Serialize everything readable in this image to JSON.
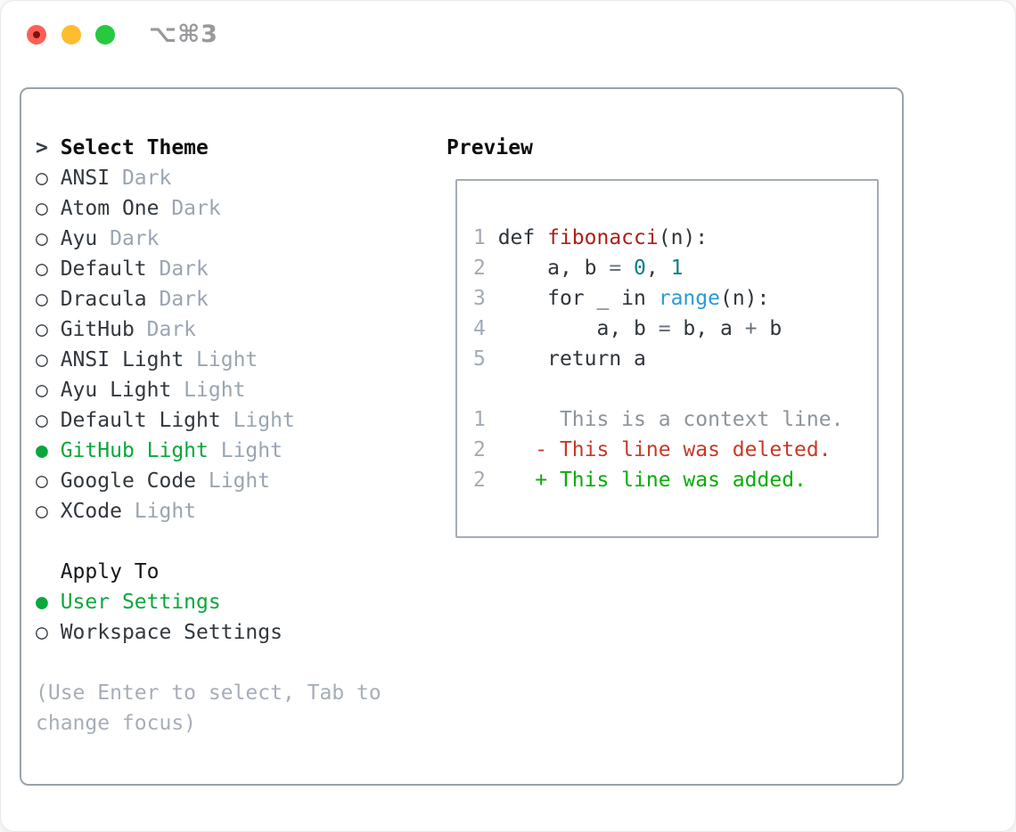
{
  "window": {
    "shortcut": "⌥⌘3"
  },
  "colors": {
    "selection_green": "#0aa73c",
    "added_green": "#08ad08",
    "deleted_red": "#c63a27",
    "function_red": "#ab2118",
    "number_teal": "#0b7f84",
    "builtin_blue": "#2a9bd4",
    "muted_gray": "#9aa5b2",
    "line_number_gray": "#a2abb6",
    "panel_border": "#99a2ad",
    "traffic_red": "#ff5f57",
    "traffic_yellow": "#febc2e",
    "traffic_green": "#28c840"
  },
  "theme_panel": {
    "header": {
      "marker": ">",
      "label": "Select Theme"
    },
    "items": [
      {
        "marker": "○",
        "name": "ANSI",
        "tag": "Dark",
        "selected": false
      },
      {
        "marker": "○",
        "name": "Atom One",
        "tag": "Dark",
        "selected": false
      },
      {
        "marker": "○",
        "name": "Ayu",
        "tag": "Dark",
        "selected": false
      },
      {
        "marker": "○",
        "name": "Default",
        "tag": "Dark",
        "selected": false
      },
      {
        "marker": "○",
        "name": "Dracula",
        "tag": "Dark",
        "selected": false
      },
      {
        "marker": "○",
        "name": "GitHub",
        "tag": "Dark",
        "selected": false
      },
      {
        "marker": "○",
        "name": "ANSI Light",
        "tag": "Light",
        "selected": false
      },
      {
        "marker": "○",
        "name": "Ayu Light",
        "tag": "Light",
        "selected": false
      },
      {
        "marker": "○",
        "name": "Default Light",
        "tag": "Light",
        "selected": false
      },
      {
        "marker": "●",
        "name": "GitHub Light",
        "tag": "Light",
        "selected": true
      },
      {
        "marker": "○",
        "name": "Google Code",
        "tag": "Light",
        "selected": false
      },
      {
        "marker": "○",
        "name": "XCode",
        "tag": "Light",
        "selected": false
      }
    ]
  },
  "apply_to": {
    "header": "Apply To",
    "items": [
      {
        "marker": "●",
        "name": "User Settings",
        "selected": true
      },
      {
        "marker": "○",
        "name": "Workspace Settings",
        "selected": false
      }
    ]
  },
  "help_lines": [
    "(Use Enter to select, Tab to",
    "change focus)"
  ],
  "preview": {
    "title": "Preview",
    "code_lines": [
      {
        "num": "1",
        "segs": [
          [
            "def ",
            "ink"
          ],
          [
            "fibonacci",
            "fn"
          ],
          [
            "(n):",
            "ink"
          ]
        ]
      },
      {
        "num": "2",
        "segs": [
          [
            "    a, b ",
            "ink"
          ],
          [
            "= ",
            "op"
          ],
          [
            "0",
            "num"
          ],
          [
            ", ",
            "ink"
          ],
          [
            "1",
            "num"
          ]
        ]
      },
      {
        "num": "3",
        "segs": [
          [
            "    for _ in ",
            "ink"
          ],
          [
            "range",
            "bi"
          ],
          [
            "(n):",
            "ink"
          ]
        ]
      },
      {
        "num": "4",
        "segs": [
          [
            "        a, b ",
            "ink"
          ],
          [
            "= ",
            "op"
          ],
          [
            "b, a ",
            "ink"
          ],
          [
            "+ ",
            "op"
          ],
          [
            "b",
            "ink"
          ]
        ]
      },
      {
        "num": "5",
        "segs": [
          [
            "    return a",
            "ink"
          ]
        ]
      }
    ],
    "diff_lines": [
      {
        "num": "1",
        "segs": [
          [
            "     This is a context line.",
            "ctx"
          ]
        ]
      },
      {
        "num": "2",
        "segs": [
          [
            "   ",
            "ink"
          ],
          [
            "- This line was deleted.",
            "del"
          ]
        ]
      },
      {
        "num": "2",
        "segs": [
          [
            "   ",
            "ink"
          ],
          [
            "+ This line was added.",
            "add"
          ]
        ]
      }
    ]
  }
}
